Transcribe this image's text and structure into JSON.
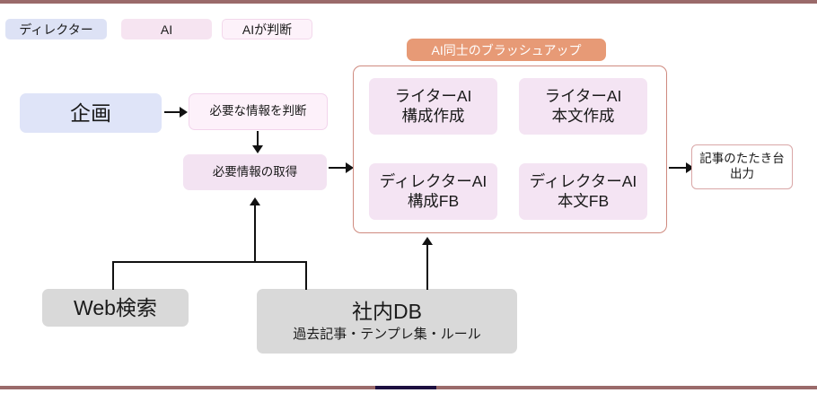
{
  "legend": {
    "items": [
      {
        "id": "director",
        "label": "ディレクター"
      },
      {
        "id": "ai",
        "label": "AI"
      },
      {
        "id": "ai-judge",
        "label": "AIが判断"
      }
    ]
  },
  "flow": {
    "plan": {
      "label": "企画"
    },
    "judge_info": {
      "label": "必要な情報を判断"
    },
    "fetch_info": {
      "label": "必要情報の取得"
    },
    "output": {
      "line1": "記事のたたき台",
      "line2": "出力"
    }
  },
  "brushup": {
    "title": "AI同士のブラッシュアップ",
    "cells": [
      {
        "id": "writer-ai-structure",
        "line1": "ライターAI",
        "line2": "構成作成"
      },
      {
        "id": "writer-ai-body",
        "line1": "ライターAI",
        "line2": "本文作成"
      },
      {
        "id": "director-ai-structure",
        "line1": "ディレクターAI",
        "line2": "構成FB"
      },
      {
        "id": "director-ai-body",
        "line1": "ディレクターAI",
        "line2": "本文FB"
      }
    ]
  },
  "sources": [
    {
      "id": "web-search",
      "title": "Web検索",
      "subtitle": ""
    },
    {
      "id": "internal-db",
      "title": "社内DB",
      "subtitle": "過去記事・テンプレ集・ルール"
    }
  ],
  "colors": {
    "director_chip": "#dde2f5",
    "ai_chip": "#f6e4f1",
    "ai_judge_chip": "#fdf2fa",
    "plan_box": "#dfe4f8",
    "ai_box": "#f4e4f3",
    "source_box": "#d9d9d9",
    "brushup_accent": "#e79a76",
    "brushup_border": "#cf8a7f",
    "chrome_bar": "#9a6a6a",
    "chrome_segment": "#1d1040"
  }
}
